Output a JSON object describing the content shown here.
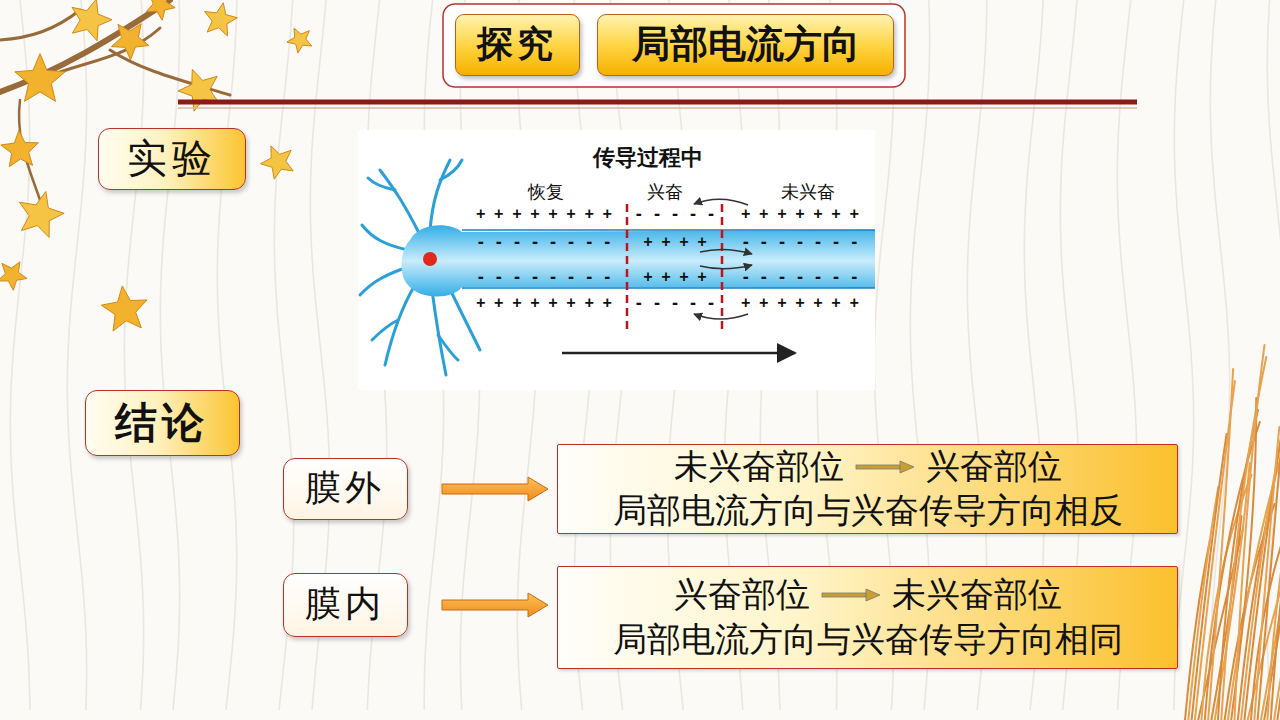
{
  "diagram": {
    "nodes": [
      {
        "text": [
          "探究"
        ]
      },
      {
        "text": [
          "局部电流方向"
        ]
      },
      {
        "text": [
          "实验"
        ]
      },
      {
        "text": [
          "结论"
        ]
      },
      {
        "text": [
          "膜外"
        ]
      },
      {
        "text": [
          "未兴奋部位",
          "兴奋部位",
          "局部电流方向与兴奋传导方向相反"
        ]
      },
      {
        "text": [
          "膜内"
        ]
      },
      {
        "text": [
          "兴奋部位",
          "未兴奋部位",
          "局部电流方向与兴奋传导方向相同"
        ]
      }
    ],
    "edges": [
      {
        "from": 4,
        "to": 5,
        "arrow": "to"
      },
      {
        "from": 6,
        "to": 7,
        "arrow": "to"
      }
    ],
    "labels": [
      "传导过程中",
      "恢复",
      "兴奋",
      "未兴奋",
      "+ + + + + + + +",
      "- - - - -",
      "+ + + + + + +",
      "- - - - - - - -",
      "+ + + +",
      "- - - - - - -",
      "- - - - - - - -",
      "+ + + +",
      "- - - - - - -",
      "+ + + + + + + +",
      "- - - - -",
      "+ + + + + + +"
    ]
  }
}
